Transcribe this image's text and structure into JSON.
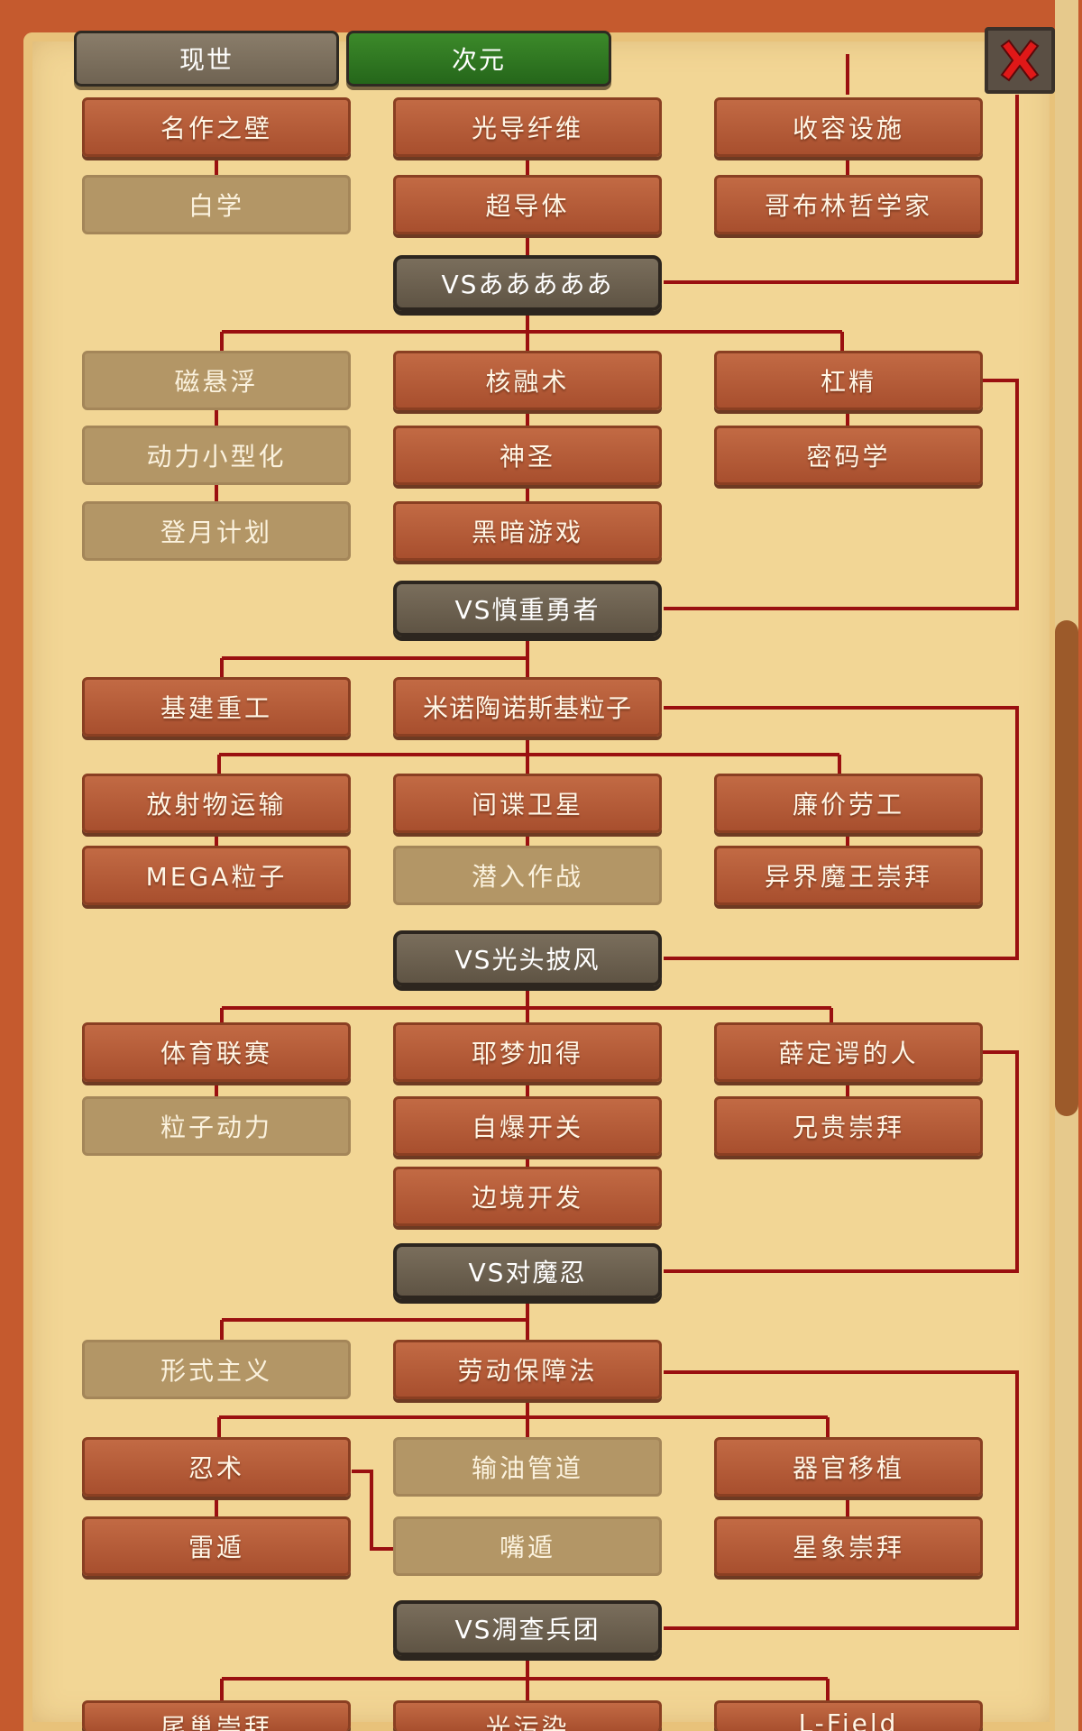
{
  "tabs": [
    {
      "label": "现世",
      "active": false
    },
    {
      "label": "次元",
      "active": true
    }
  ],
  "close_icon": "close-x-icon",
  "colors": {
    "connector": "#9a1010",
    "done": "#b45a36",
    "locked": "#b39666",
    "boss": "#6f6352"
  },
  "bosses": [
    {
      "label": "VSあああああ"
    },
    {
      "label": "VS慎重勇者"
    },
    {
      "label": "VS光头披风"
    },
    {
      "label": "VS对魔忍"
    },
    {
      "label": "VS凋查兵团"
    }
  ],
  "nodes": {
    "mingzuo": "名作之壁",
    "guangdao": "光导纤维",
    "shourong": "收容设施",
    "baixue": "白学",
    "chaodao": "超导体",
    "gebulin": "哥布林哲学家",
    "cixuanfu": "磁悬浮",
    "herong": "核融术",
    "gangjing": "杠精",
    "dongli": "动力小型化",
    "shensheng": "神圣",
    "mima": "密码学",
    "dengyue": "登月计划",
    "heian": "黑暗游戏",
    "jijian": "基建重工",
    "minuo": "米诺陶诺斯基粒子",
    "fangshe": "放射物运输",
    "jiandie": "间谍卫星",
    "lianjia": "廉价劳工",
    "mega": "MEGA粒子",
    "qianru": "潜入作战",
    "yijie": "异界魔王崇拜",
    "tiyu": "体育联赛",
    "yemeng": "耶梦加得",
    "xueding": "薛定谔的人",
    "lizi": "粒子动力",
    "zibao": "自爆开关",
    "xiongui": "兄贵崇拜",
    "bianjing": "边境开发",
    "xingshi": "形式主义",
    "laodong": "劳动保障法",
    "renshu": "忍术",
    "shuyou": "输油管道",
    "qiguan": "器官移植",
    "leidun": "雷遁",
    "zuidun": "嘴遁",
    "xingxiang": "星象崇拜",
    "bottom_left": "尾巢崇拜",
    "bottom_mid": "光污染",
    "bottom_right": "L-Field"
  }
}
